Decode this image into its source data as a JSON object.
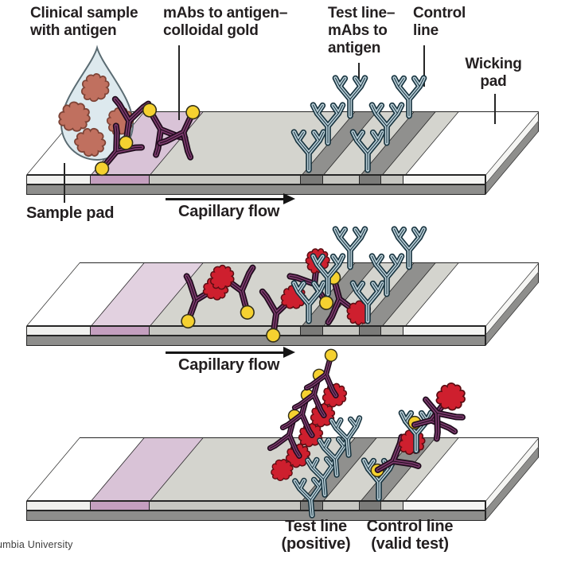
{
  "figure_type": "lateral-flow-immunoassay-diagram",
  "panels": {
    "step1": {
      "labels": {
        "clinical_sample": "Clinical sample\nwith antigen",
        "mabs_gold": "mAbs to antigen–\ncolloidal gold",
        "test_line": "Test line–\nmAbs to\nantigen",
        "control_line": "Control\nline",
        "wicking_pad": "Wicking\npad",
        "sample_pad": "Sample pad",
        "capillary_flow": "Capillary flow"
      }
    },
    "step2": {
      "labels": {
        "capillary_flow": "Capillary flow"
      }
    },
    "step3": {
      "labels": {
        "test_line_result": "Test line\n(positive)",
        "control_line_result": "Control line\n(valid test)"
      }
    }
  },
  "credit": "umbia University",
  "palette": {
    "antibody_blue": "#bacfd8",
    "antibody_purple": "#7c3a6d",
    "colloidal_gold": "#f5d130",
    "antigen_red": "#ce1f2e",
    "antigen_salmon": "#c0705f",
    "conjugate_pad": "#d9c3d7",
    "membrane": "#d4d4ce",
    "line_band": "#90908e",
    "backing_card": "#8e8e8c",
    "droplet": "#dde9ee",
    "text": "#231f20"
  }
}
